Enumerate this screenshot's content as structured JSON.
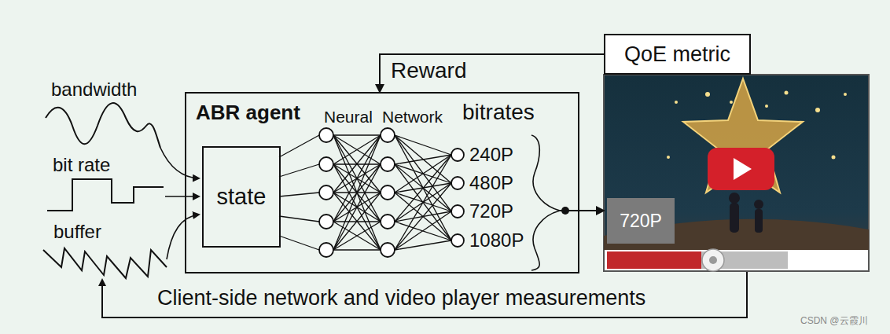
{
  "diagram": {
    "nodes": [
      {
        "text": [
          "ABR agent"
        ]
      },
      {
        "text": [
          "state"
        ],
        "in": 0
      },
      {
        "text": [
          "QoE metric"
        ]
      },
      {
        "text": [
          "720P"
        ]
      }
    ],
    "edges": [
      {
        "from": 2,
        "to": 0,
        "arrow": "to",
        "label": "Reward"
      },
      {
        "from": 0,
        "to": 3,
        "arrow": "to"
      }
    ],
    "labels": [
      "bandwidth",
      "bit rate",
      "buffer",
      "Neural",
      "Network",
      "bitrates",
      "240P",
      "480P",
      "720P",
      "1080P",
      "Client-side network and video player measurements",
      "CSDN @云霞川"
    ]
  }
}
